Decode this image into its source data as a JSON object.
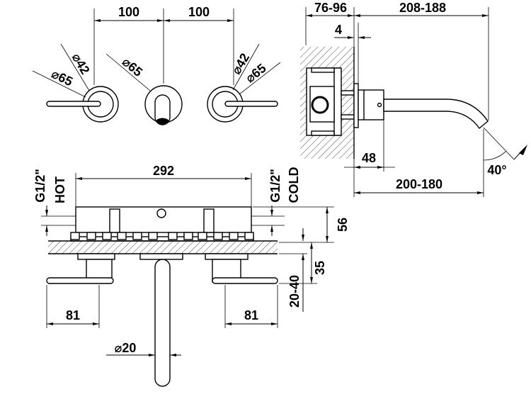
{
  "colors": {
    "line": "#000000",
    "background": "#ffffff"
  },
  "front_view": {
    "spacing_left": "100",
    "spacing_right": "100",
    "left_handle_dia_small": "⌀42",
    "left_handle_dia_large": "⌀65",
    "spout_rosette_dia": "⌀65",
    "right_handle_dia_small": "⌀42",
    "right_handle_dia_large": "⌀65"
  },
  "side_view": {
    "dim_wall": "76-96",
    "dim_projection": "208-188",
    "dim_flange": "4",
    "dim_body": "48",
    "dim_reach": "200-180",
    "dim_angle": "40°"
  },
  "plan_view": {
    "dim_width": "292",
    "hot_thread": "G1/2\"",
    "hot_label": "HOT",
    "cold_thread": "G1/2\"",
    "cold_label": "COLD",
    "dim_height": "56",
    "dim_outlet": "35",
    "dim_wall": "20-40",
    "dim_left_lever": "81",
    "dim_right_lever": "81",
    "dim_spout_dia": "⌀20"
  }
}
